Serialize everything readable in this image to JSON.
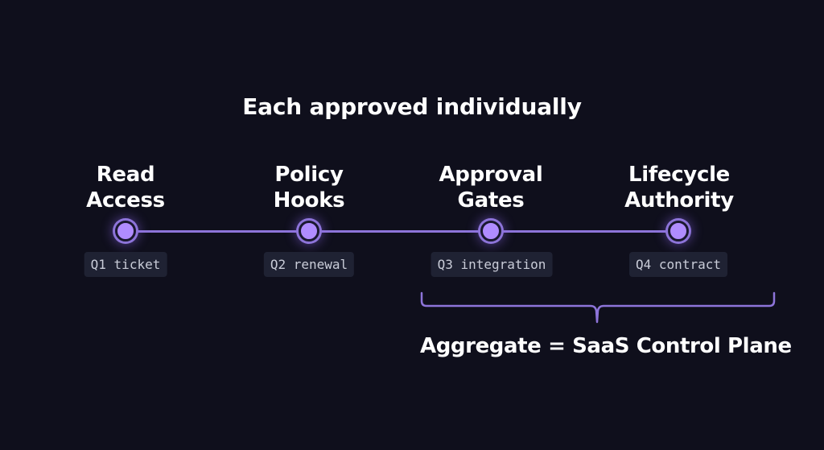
{
  "title": "Each approved individually",
  "milestones": [
    {
      "line1": "Read",
      "line2": "Access",
      "tag": "Q1 ticket"
    },
    {
      "line1": "Policy",
      "line2": "Hooks",
      "tag": "Q2 renewal"
    },
    {
      "line1": "Approval",
      "line2": "Gates",
      "tag": "Q3 integration"
    },
    {
      "line1": "Lifecycle",
      "line2": "Authority",
      "tag": "Q4 contract"
    }
  ],
  "aggregate": "Aggregate = SaaS Control Plane",
  "colors": {
    "background": "#0f0f1c",
    "accent": "#8d74d9",
    "node_fill": "#b08cff",
    "tag_background": "#1f2233",
    "tag_text": "#c9ccd8",
    "text": "#ffffff"
  }
}
